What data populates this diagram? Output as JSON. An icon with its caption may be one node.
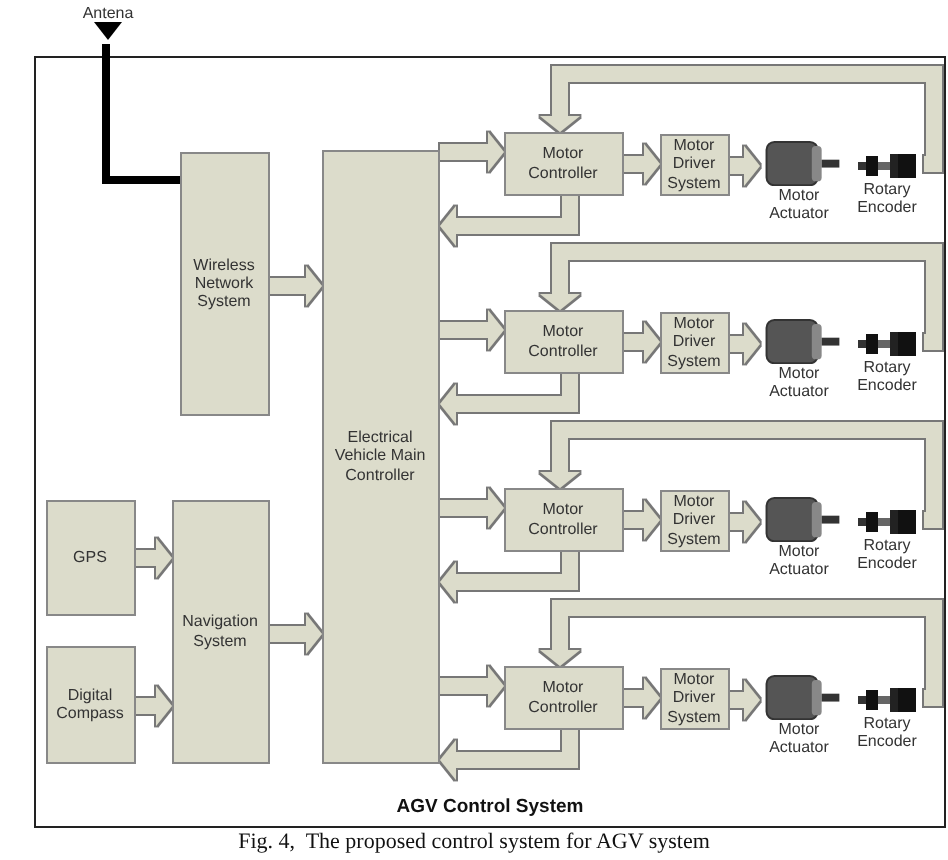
{
  "diagram": {
    "caption": "Fig. 4,  The proposed control system for AGV system",
    "nodes": [
      {
        "text": [
          "AGV Control System"
        ]
      },
      {
        "text": [
          "Antena"
        ]
      },
      {
        "text": [
          "Wireless Network System"
        ],
        "in": 0
      },
      {
        "text": [
          "Electrical Vehicle Main Controller"
        ],
        "in": 0
      },
      {
        "text": [
          "GPS"
        ],
        "in": 0
      },
      {
        "text": [
          "Digital Compass"
        ],
        "in": 0
      },
      {
        "text": [
          "Navigation System"
        ],
        "in": 0
      },
      {
        "text": [
          "Motor Controller"
        ],
        "in": 0
      },
      {
        "text": [
          "Motor Driver System"
        ],
        "in": 0
      },
      {
        "text": [
          "Motor Actuator"
        ],
        "in": 0
      },
      {
        "text": [
          "Rotary Encoder"
        ],
        "in": 0
      },
      {
        "text": [
          "Motor Controller"
        ],
        "in": 0
      },
      {
        "text": [
          "Motor Driver System"
        ],
        "in": 0
      },
      {
        "text": [
          "Motor Actuator"
        ],
        "in": 0
      },
      {
        "text": [
          "Rotary Encoder"
        ],
        "in": 0
      },
      {
        "text": [
          "Motor Controller"
        ],
        "in": 0
      },
      {
        "text": [
          "Motor Driver System"
        ],
        "in": 0
      },
      {
        "text": [
          "Motor Actuator"
        ],
        "in": 0
      },
      {
        "text": [
          "Rotary Encoder"
        ],
        "in": 0
      },
      {
        "text": [
          "Motor Controller"
        ],
        "in": 0
      },
      {
        "text": [
          "Motor Driver System"
        ],
        "in": 0
      },
      {
        "text": [
          "Motor Actuator"
        ],
        "in": 0
      },
      {
        "text": [
          "Rotary Encoder"
        ],
        "in": 0
      }
    ],
    "edges": [
      {
        "from": 1,
        "to": 2,
        "arrow": "none",
        "color": "#000000"
      },
      {
        "from": 2,
        "to": 3,
        "arrow": "to"
      },
      {
        "from": 4,
        "to": 6,
        "arrow": "to"
      },
      {
        "from": 5,
        "to": 6,
        "arrow": "to"
      },
      {
        "from": 6,
        "to": 3,
        "arrow": "to"
      },
      {
        "from": 3,
        "to": 7,
        "arrow": "to"
      },
      {
        "from": 7,
        "to": 3,
        "arrow": "to"
      },
      {
        "from": 7,
        "to": 8,
        "arrow": "to"
      },
      {
        "from": 8,
        "to": 9,
        "arrow": "to"
      },
      {
        "from": 10,
        "to": 7,
        "arrow": "to"
      },
      {
        "from": 3,
        "to": 11,
        "arrow": "to"
      },
      {
        "from": 11,
        "to": 3,
        "arrow": "to"
      },
      {
        "from": 11,
        "to": 12,
        "arrow": "to"
      },
      {
        "from": 12,
        "to": 13,
        "arrow": "to"
      },
      {
        "from": 14,
        "to": 11,
        "arrow": "to"
      },
      {
        "from": 3,
        "to": 15,
        "arrow": "to"
      },
      {
        "from": 15,
        "to": 3,
        "arrow": "to"
      },
      {
        "from": 15,
        "to": 16,
        "arrow": "to"
      },
      {
        "from": 16,
        "to": 17,
        "arrow": "to"
      },
      {
        "from": 18,
        "to": 15,
        "arrow": "to"
      },
      {
        "from": 3,
        "to": 19,
        "arrow": "to"
      },
      {
        "from": 19,
        "to": 3,
        "arrow": "to"
      },
      {
        "from": 19,
        "to": 20,
        "arrow": "to"
      },
      {
        "from": 20,
        "to": 21,
        "arrow": "to"
      },
      {
        "from": 22,
        "to": 19,
        "arrow": "to"
      }
    ]
  }
}
